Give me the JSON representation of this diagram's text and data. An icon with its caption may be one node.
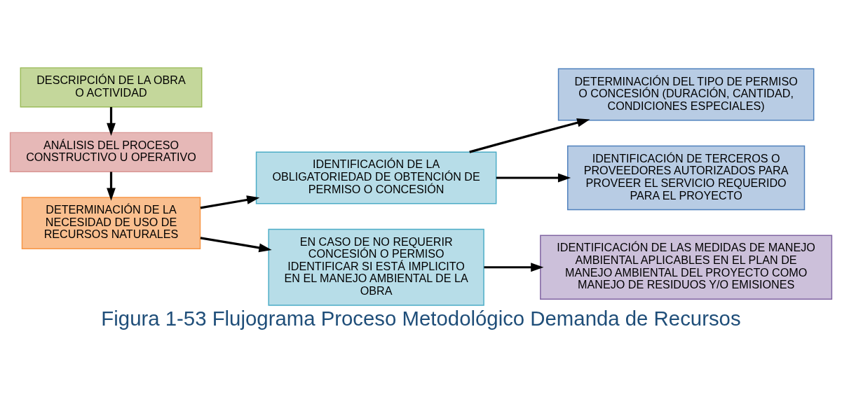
{
  "diagram": {
    "title": "Figura 1-53 Flujograma Proceso Metodológico Demanda de Recursos",
    "nodes": [
      {
        "text": [
          "DESCRIPCIÓN DE LA OBRA O ACTIVIDAD"
        ]
      },
      {
        "text": [
          "ANÁLISIS DEL PROCESO CONSTRUCTIVO U OPERATIVO"
        ]
      },
      {
        "text": [
          "DETERMINACIÓN DE LA NECESIDAD DE USO DE RECURSOS NATURALES"
        ]
      },
      {
        "text": [
          "IDENTIFICACIÓN DE LA OBLIGATORIEDAD DE OBTENCIÓN DE PERMISO O CONCESIÓN"
        ]
      },
      {
        "text": [
          "EN CASO DE NO REQUERIR CONCESIÓN O PERMISO IDENTIFICAR SI ESTÁ IMPLICITO EN EL MANEJO AMBIENTAL DE LA OBRA"
        ]
      },
      {
        "text": [
          "DETERMINACIÓN DEL TIPO DE PERMISO O CONCESIÓN (DURACIÓN, CANTIDAD, CONDICIONES ESPECIALES)"
        ]
      },
      {
        "text": [
          "IDENTIFICACIÓN DE TERCEROS O PROVEEDORES AUTORIZADOS PARA PROVEER EL SERVICIO REQUERIDO PARA EL PROYECTO"
        ]
      },
      {
        "text": [
          "IDENTIFICACIÓN DE LAS MEDIDAS DE MANEJO AMBIENTAL APLICABLES EN EL PLAN DE MANEJO AMBIENTAL DEL PROYECTO COMO MANEJO DE RESIDUOS Y/O EMISIONES"
        ]
      }
    ],
    "edges": [
      {
        "from": 0,
        "to": 1,
        "arrow": "to"
      },
      {
        "from": 1,
        "to": 2,
        "arrow": "to"
      },
      {
        "from": 2,
        "to": 3,
        "arrow": "to"
      },
      {
        "from": 2,
        "to": 4,
        "arrow": "to"
      },
      {
        "from": 3,
        "to": 5,
        "arrow": "to"
      },
      {
        "from": 3,
        "to": 6,
        "arrow": "to"
      },
      {
        "from": 4,
        "to": 7,
        "arrow": "to"
      }
    ]
  }
}
